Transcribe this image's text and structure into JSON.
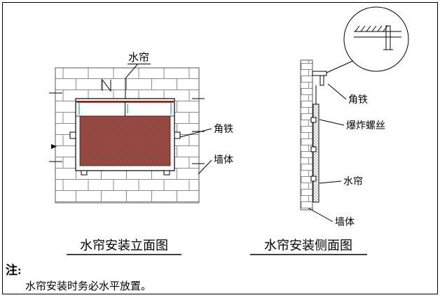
{
  "elevation": {
    "title": "水帘安装立面图",
    "labels": {
      "water_curtain": "水帘",
      "angle_iron": "角铁",
      "wall": "墙体"
    }
  },
  "side_view": {
    "title": "水帘安装侧面图",
    "labels": {
      "angle_iron": "角铁",
      "expansion_bolt": "爆炸螺丝",
      "water_curtain": "水帘",
      "wall": "墙体"
    }
  },
  "note": {
    "prefix": "注:",
    "text": "水帘安装时务必水平放置。"
  },
  "colors": {
    "line": "#000000",
    "brick_line": "#8a8a8a",
    "curtain_fill": "#a0514a",
    "curtain_hatch": "#6b2a23",
    "curtain_top_rail": "#7d0f00",
    "channel_mark": "#6fc8dc"
  }
}
